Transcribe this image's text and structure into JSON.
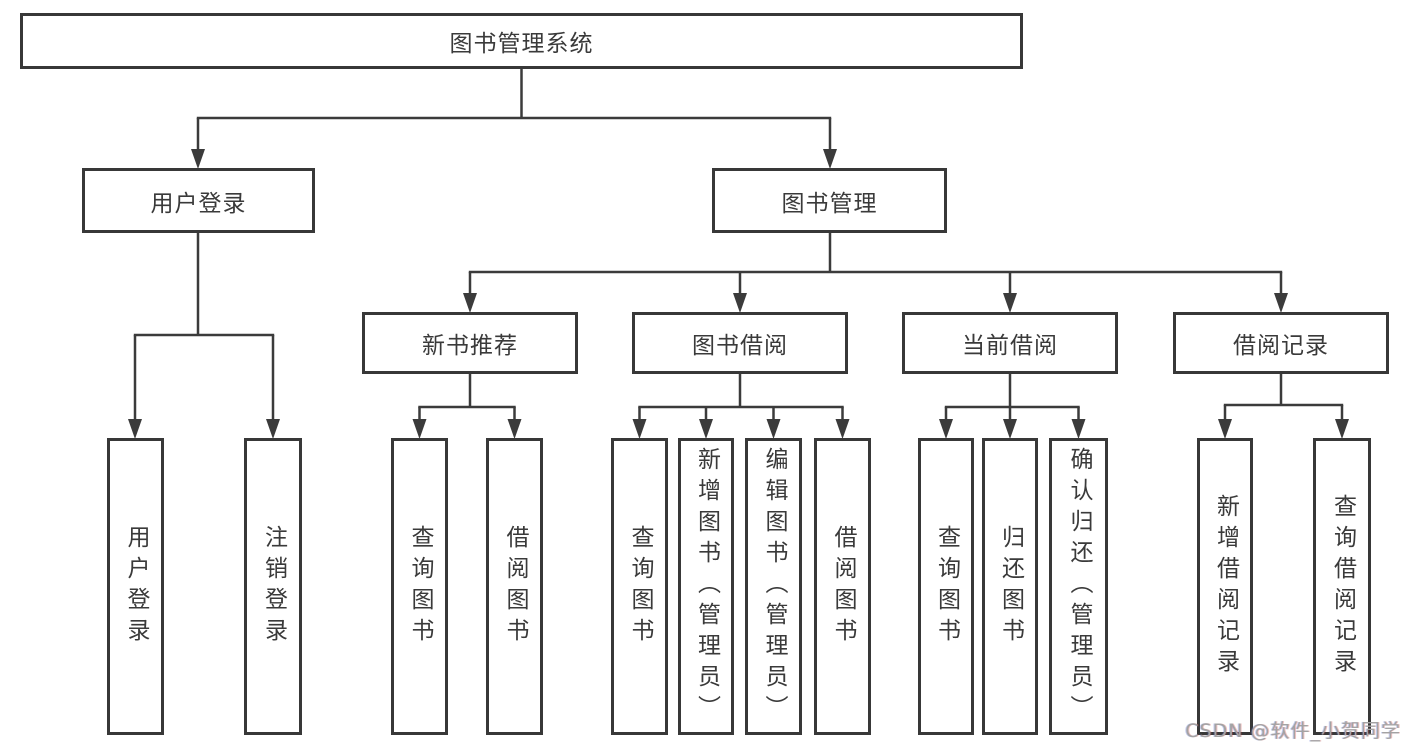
{
  "tree": {
    "root": "图书管理系统",
    "user_login": {
      "label": "用户登录",
      "children": [
        "用户登录",
        "注销登录"
      ]
    },
    "book_mgmt": {
      "label": "图书管理",
      "groups": [
        {
          "label": "新书推荐",
          "children": [
            "查询图书",
            "借阅图书"
          ]
        },
        {
          "label": "图书借阅",
          "children": [
            "查询图书",
            "新增图书（管理员）",
            "编辑图书（管理员）",
            "借阅图书"
          ]
        },
        {
          "label": "当前借阅",
          "children": [
            "查询图书",
            "归还图书",
            "确认归还（管理员）"
          ]
        },
        {
          "label": "借阅记录",
          "children": [
            "新增借阅记录",
            "查询借阅记录"
          ]
        }
      ]
    }
  },
  "watermark": "CSDN @软件_小贺同学",
  "colors": {
    "line": "#3b3b3b",
    "border": "#383838",
    "text": "#3a3a3a",
    "watermark_text": "#a3a3a3",
    "background": "#ffffff"
  }
}
